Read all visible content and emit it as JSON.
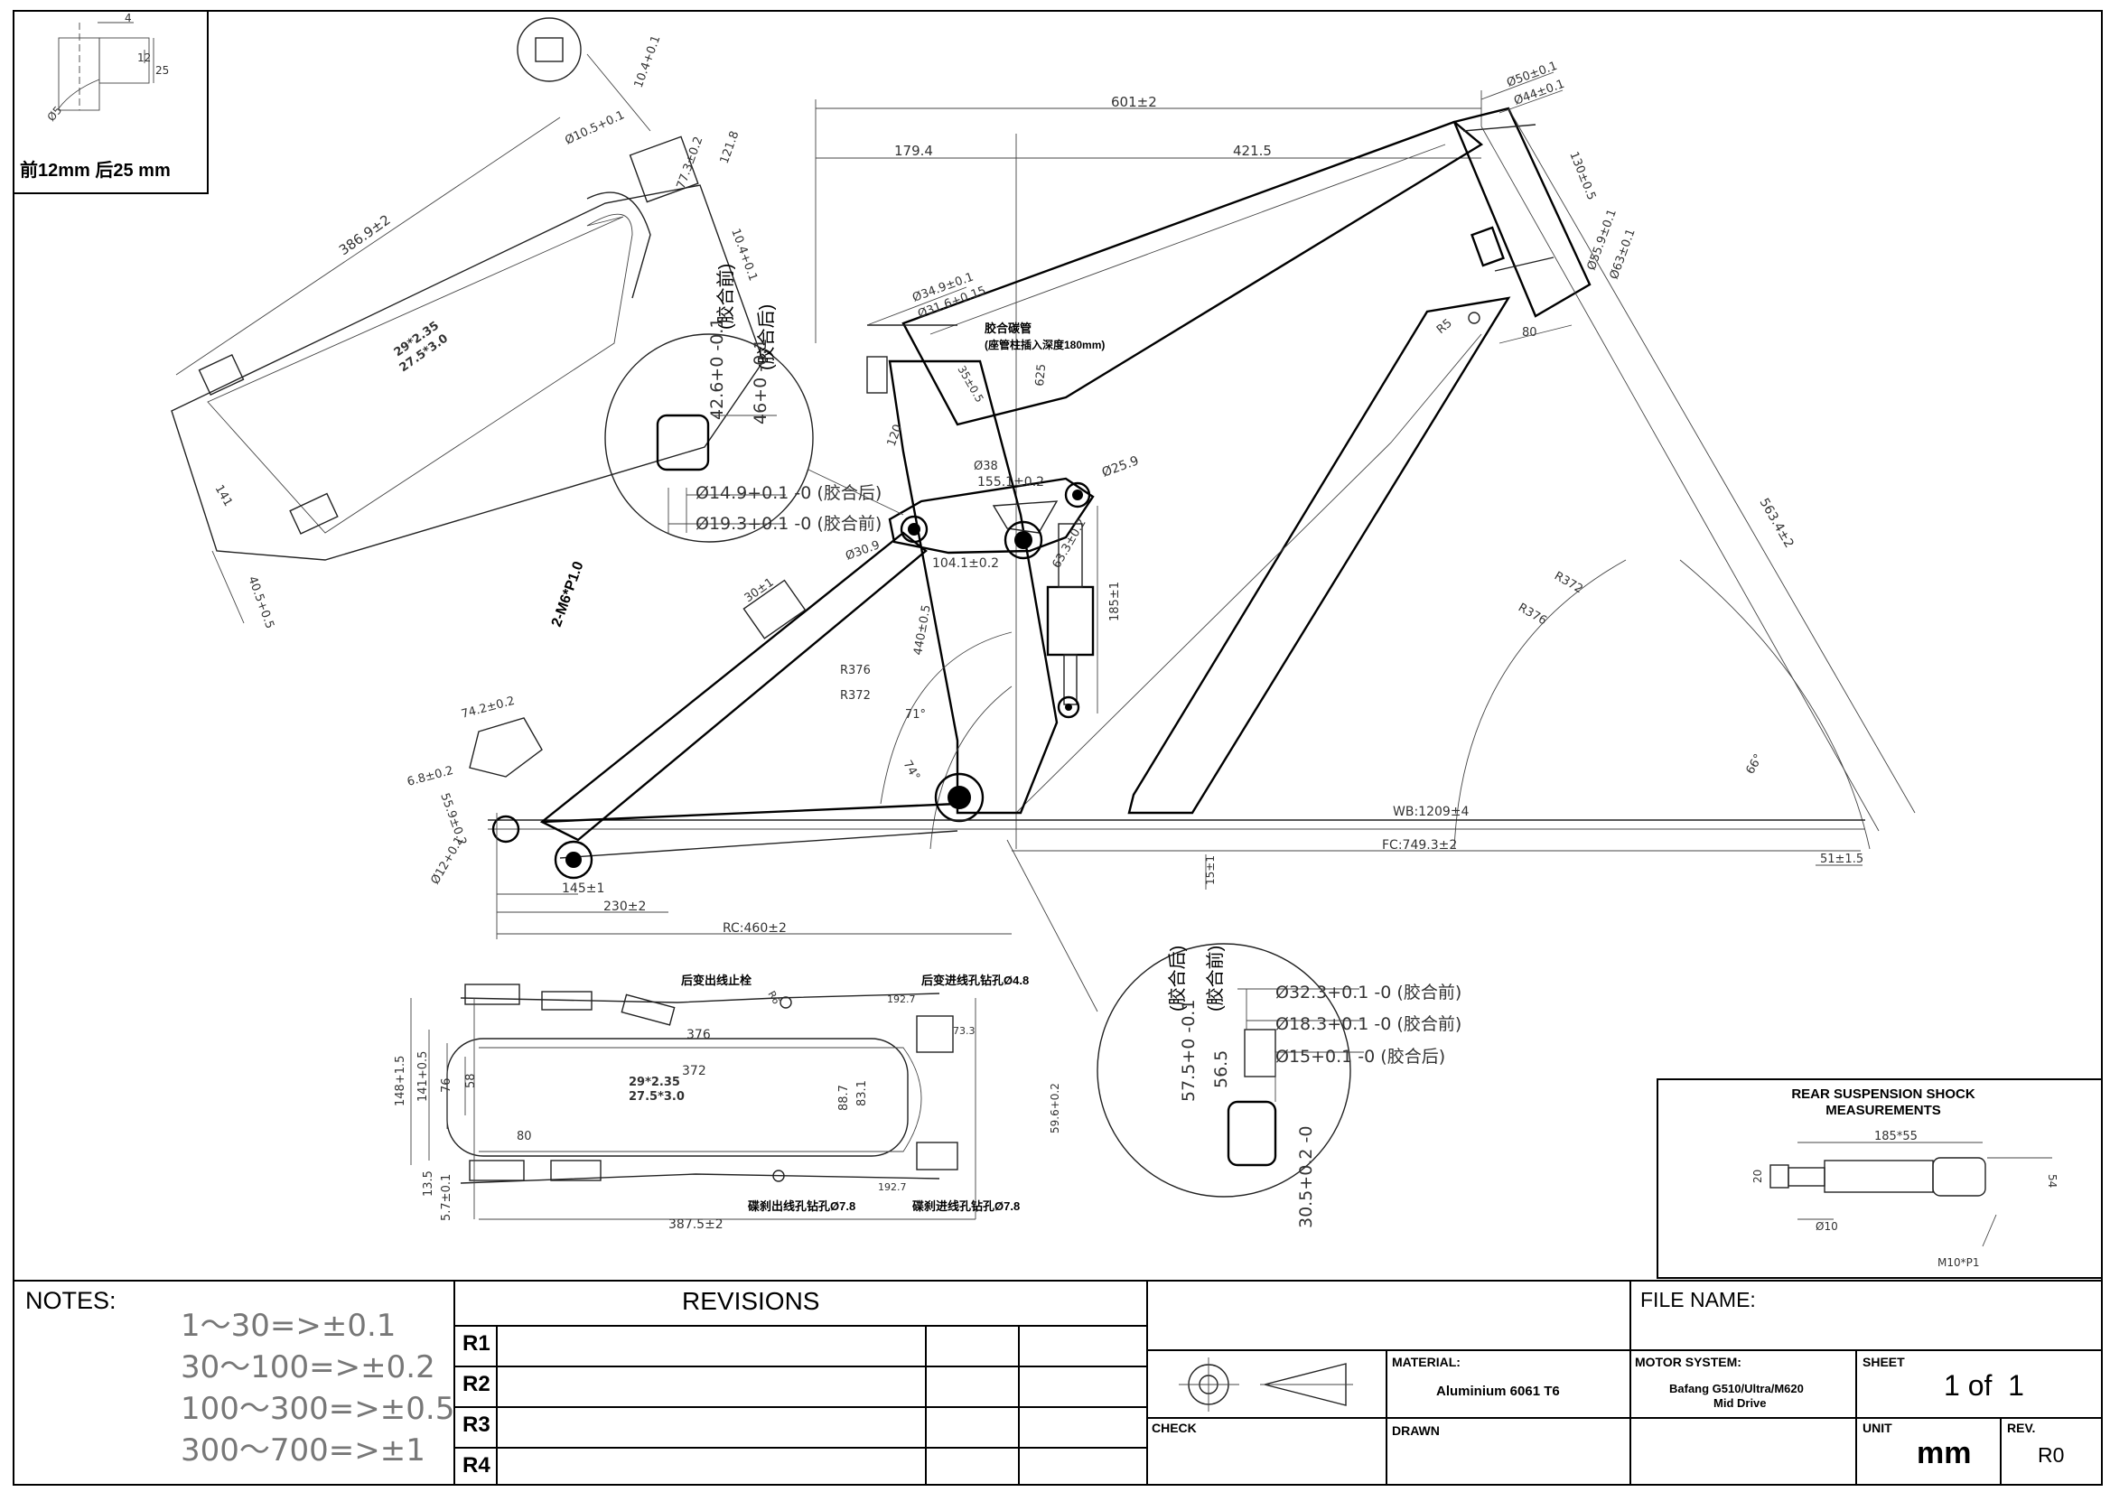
{
  "detail_box": {
    "a": "4",
    "b": "12",
    "c": "25",
    "d": "Ø5",
    "caption": "前12mm   后25 mm"
  },
  "front_triangle": {
    "top_length": "601±2",
    "seg_a": "179.4",
    "seg_b": "421.5",
    "d50": "Ø50±0.1",
    "d44": "Ø44±0.1",
    "head_len": "130±0.5",
    "d55": "Ø55.9±0.1",
    "d63": "Ø63±0.1",
    "r5": "R5",
    "d80": "80",
    "seat_d349": "Ø34.9±0.1",
    "seat_d316": "Ø31.6+0.15",
    "seat_note1": "胶合碳管",
    "seat_note2": "(座管柱插入深度180mm)",
    "d625": "625",
    "d120": "120",
    "d35": "35±0.5",
    "d38": "Ø38",
    "d1551": "155.1±0.2",
    "d259": "Ø25.9",
    "d1041": "104.1±0.2",
    "d633": "63.3±0.2",
    "d309": "Ø30.9",
    "d185": "185±1",
    "d440": "440±0.5",
    "down_tube": "563.4±2",
    "r372a": "R372",
    "r376a": "R376",
    "r376b": "R376",
    "r372b": "R372",
    "ang71": "71°",
    "ang74": "74°",
    "ang66": "66°",
    "wb": "WB:1209±4",
    "fc": "FC:749.3±2",
    "d51": "51±1.5",
    "d15": "15±1"
  },
  "left_detail": {
    "d386": "386.9±2",
    "d105": "Ø10.5+0.1",
    "d104a": "10.4+0.1",
    "d773": "77.3±0.2",
    "d1218": "121.8",
    "d104b": "10.4+0.1",
    "tire1": "29*2.35",
    "tire2": "27.5*3.0",
    "d141": "141",
    "d405": "40.5+0.5"
  },
  "circle_left": {
    "label_front": "(胶合前)",
    "label_rear": "(胶合后)",
    "d426": "42.6+0 -0.1",
    "d46": "46+0 -0.1",
    "d149": "Ø14.9+0.1 -0 (胶合后)",
    "d193": "Ø19.3+0.1 -0 (胶合前)"
  },
  "rear_end": {
    "d30": "30±1",
    "m6": "2-M6*P1.0",
    "d742": "74.2±0.2",
    "d68": "6.8±0.2",
    "d559": "55.9±0.2",
    "d12": "Ø12+0.1",
    "d145": "145±1",
    "d230": "230±2",
    "rc": "RC:460±2"
  },
  "plan_view": {
    "stop": "后变出线止栓",
    "hole": "后变进线孔钻孔Ø4.8",
    "r6": "R6",
    "d1927a": "192.7",
    "d733": "73.3",
    "d376": "376",
    "d372": "372",
    "tire1": "29*2.35",
    "tire2": "27.5*3.0",
    "d148": "148+1.5",
    "d141": "141+0.5",
    "d76": "76",
    "d58": "58",
    "d887": "88.7",
    "d831": "83.1",
    "d596": "59.6+0.2",
    "d80": "80",
    "d135": "13.5",
    "d57": "5.7±0.1",
    "d1927b": "192.7",
    "brake_out": "碟刹出线孔钻孔Ø7.8",
    "brake_in": "碟刹进线孔钻孔Ø7.8",
    "d3875": "387.5±2"
  },
  "circle_right": {
    "rear": "(胶合后)",
    "front": "(胶合前)",
    "d323": "Ø32.3+0.1 -0 (胶合前)",
    "d183": "Ø18.3+0.1 -0 (胶合前)",
    "d15": "Ø15+0.1 -0 (胶合后)",
    "d575": "57.5+0 -0.1",
    "d565": "56.5",
    "d305": "30.5+0.2 -0"
  },
  "shock_box": {
    "title": "REAR SUSPENSION SHOCK\nMEASUREMENTS",
    "d185": "185*55",
    "d20": "20",
    "d10": "Ø10",
    "d54": "54",
    "m10": "M10*P1"
  },
  "title_block": {
    "notes_label": "NOTES:",
    "notes": [
      "1～30=>±0.1",
      "30～100=>±0.2",
      "100～300=>±0.5",
      "300～700=>±1"
    ],
    "revisions": "REVISIONS",
    "rows": [
      "R1",
      "R2",
      "R3",
      "R4"
    ],
    "file_name": "FILE NAME:",
    "material_label": "MATERIAL:",
    "material": "Aluminium 6061 T6",
    "motor_label": "MOTOR SYSTEM:",
    "motor_1": "Bafang G510/Ultra/M620",
    "motor_2": "Mid Drive",
    "sheet_label": "SHEET",
    "sheet": "1 of  1",
    "check": "CHECK",
    "drawn": "DRAWN",
    "unit_label": "UNIT",
    "unit": "mm",
    "rev_label": "REV.",
    "rev": "R0"
  }
}
